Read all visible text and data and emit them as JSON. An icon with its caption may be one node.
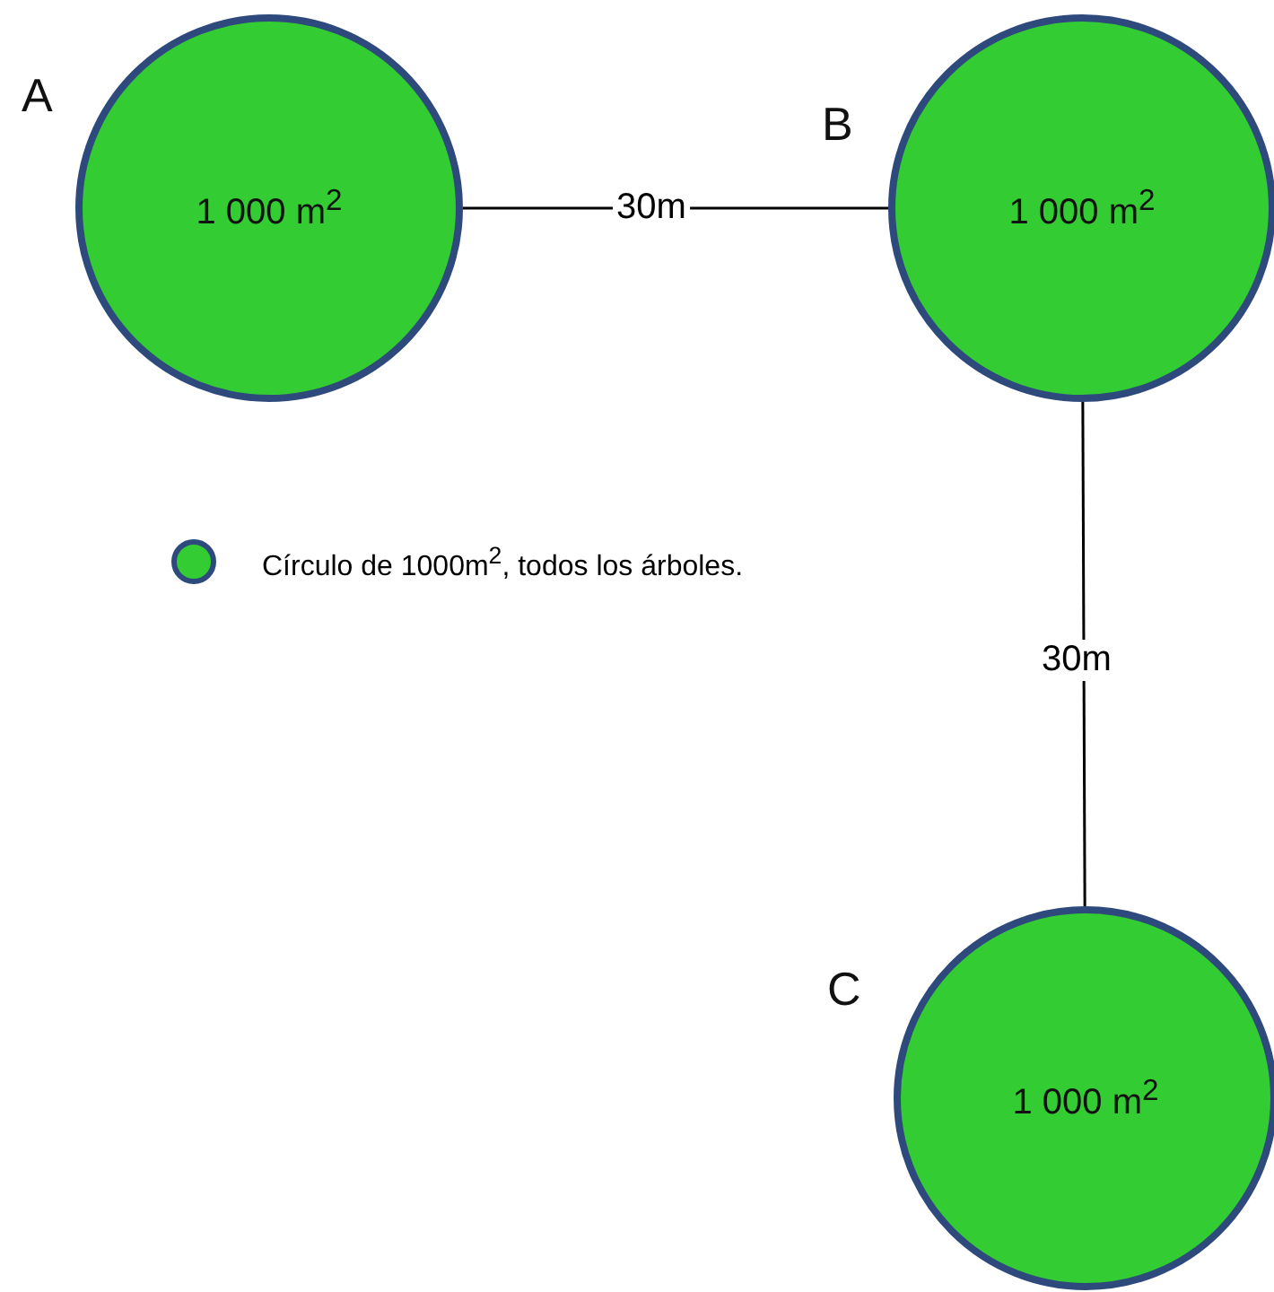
{
  "diagram": {
    "nodes": [
      {
        "text": [
          "1 000 m$^{2}$"
        ],
        "beside": [
          "A"
        ]
      },
      {
        "text": [
          "1 000 m$^{2}$"
        ],
        "beside": [
          "B"
        ]
      },
      {
        "text": [
          "1 000 m$^{2}$"
        ],
        "beside": [
          "C"
        ]
      }
    ],
    "edges": [
      {
        "from": 0,
        "to": 1,
        "arrow": "none",
        "label": "30m"
      },
      {
        "from": 1,
        "to": 2,
        "arrow": "none",
        "label": "30m"
      }
    ],
    "legend": [
      {
        "text": "Círculo de 1000m$^{2}$,  todos los árboles.",
        "color": "#33cc33"
      }
    ]
  }
}
